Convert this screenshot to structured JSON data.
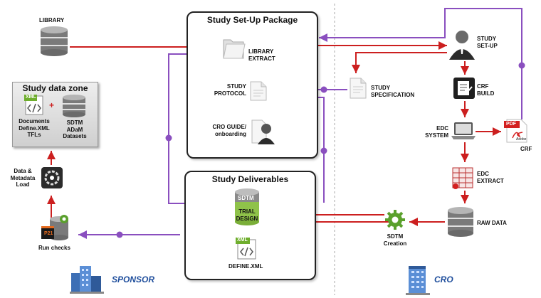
{
  "labels": {
    "library": "LIBRARY",
    "study_data_zone": "Study data zone",
    "documents": "Documents",
    "define_xml": "Define.XML",
    "tfls": "TFLs",
    "sdtm": "SDTM",
    "adam": "ADaM",
    "datasets": "Datasets",
    "data_metadata_load_1": "Data &",
    "data_metadata_load_2": "Metadata",
    "data_metadata_load_3": "Load",
    "run_checks": "Run checks",
    "sponsor": "SPONSOR",
    "cro": "CRO",
    "setup_package_title": "Study Set-Up Package",
    "library_extract_1": "LIBRARY",
    "library_extract_2": "EXTRACT",
    "study_protocol_1": "STUDY",
    "study_protocol_2": "PROTOCOL",
    "cro_guide_1": "CRO GUIDE/",
    "cro_guide_2": "onboarding",
    "deliverables_title": "Study Deliverables",
    "deliv_sdtm": "SDTM",
    "trial_design_1": "TRIAL",
    "trial_design_2": "DESIGN",
    "define_xml_deliv": "DEFINE.XML",
    "study_specification_1": "STUDY",
    "study_specification_2": "SPECIFICATION",
    "study_setup_1": "STUDY",
    "study_setup_2": "SET-UP",
    "crf_build_1": "CRF",
    "crf_build_2": "BUILD",
    "edc_system_1": "EDC",
    "edc_system_2": "SYSTEM",
    "crf": "CRF",
    "edc_extract_1": "EDC",
    "edc_extract_2": "EXTRACT",
    "raw_data": "RAW DATA",
    "sdtm_creation_1": "SDTM",
    "sdtm_creation_2": "Creation",
    "xml_badge": "XML",
    "pdf_badge": "PDF",
    "adobe": "Adobe",
    "plus": "+",
    "p21": "P21"
  },
  "colors": {
    "red_flow": "#cc1f1f",
    "purple_flow": "#8a4fbf",
    "sponsor_text": "#1f4e9c",
    "divider": "#999999"
  },
  "icons": [
    "database-icon",
    "folder-icon",
    "document-icon",
    "person-icon",
    "gear-icon",
    "code-document-icon",
    "laptop-icon",
    "pdf-icon",
    "spreadsheet-icon",
    "building-icon",
    "loader-icon"
  ]
}
